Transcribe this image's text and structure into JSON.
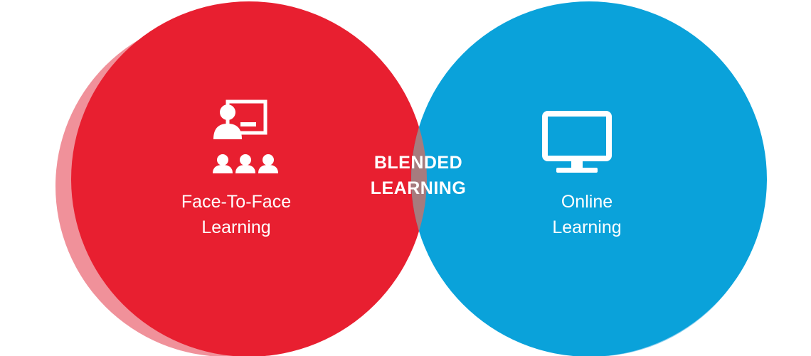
{
  "diagram": {
    "left_circle": {
      "lines": [
        "Face-To-Face",
        "Learning"
      ],
      "icon": "classroom-presentation-icon",
      "color": "#e81f30",
      "shadow_color": "#f0919a"
    },
    "right_circle": {
      "lines": [
        "Online",
        "Learning"
      ],
      "icon": "monitor-icon",
      "color": "#0aa2da",
      "shadow_color": "#87cdee"
    },
    "overlap": {
      "lines": [
        "BLENDED",
        "LEARNING"
      ],
      "color": "#a67b7e"
    },
    "text_color": "#ffffff"
  }
}
